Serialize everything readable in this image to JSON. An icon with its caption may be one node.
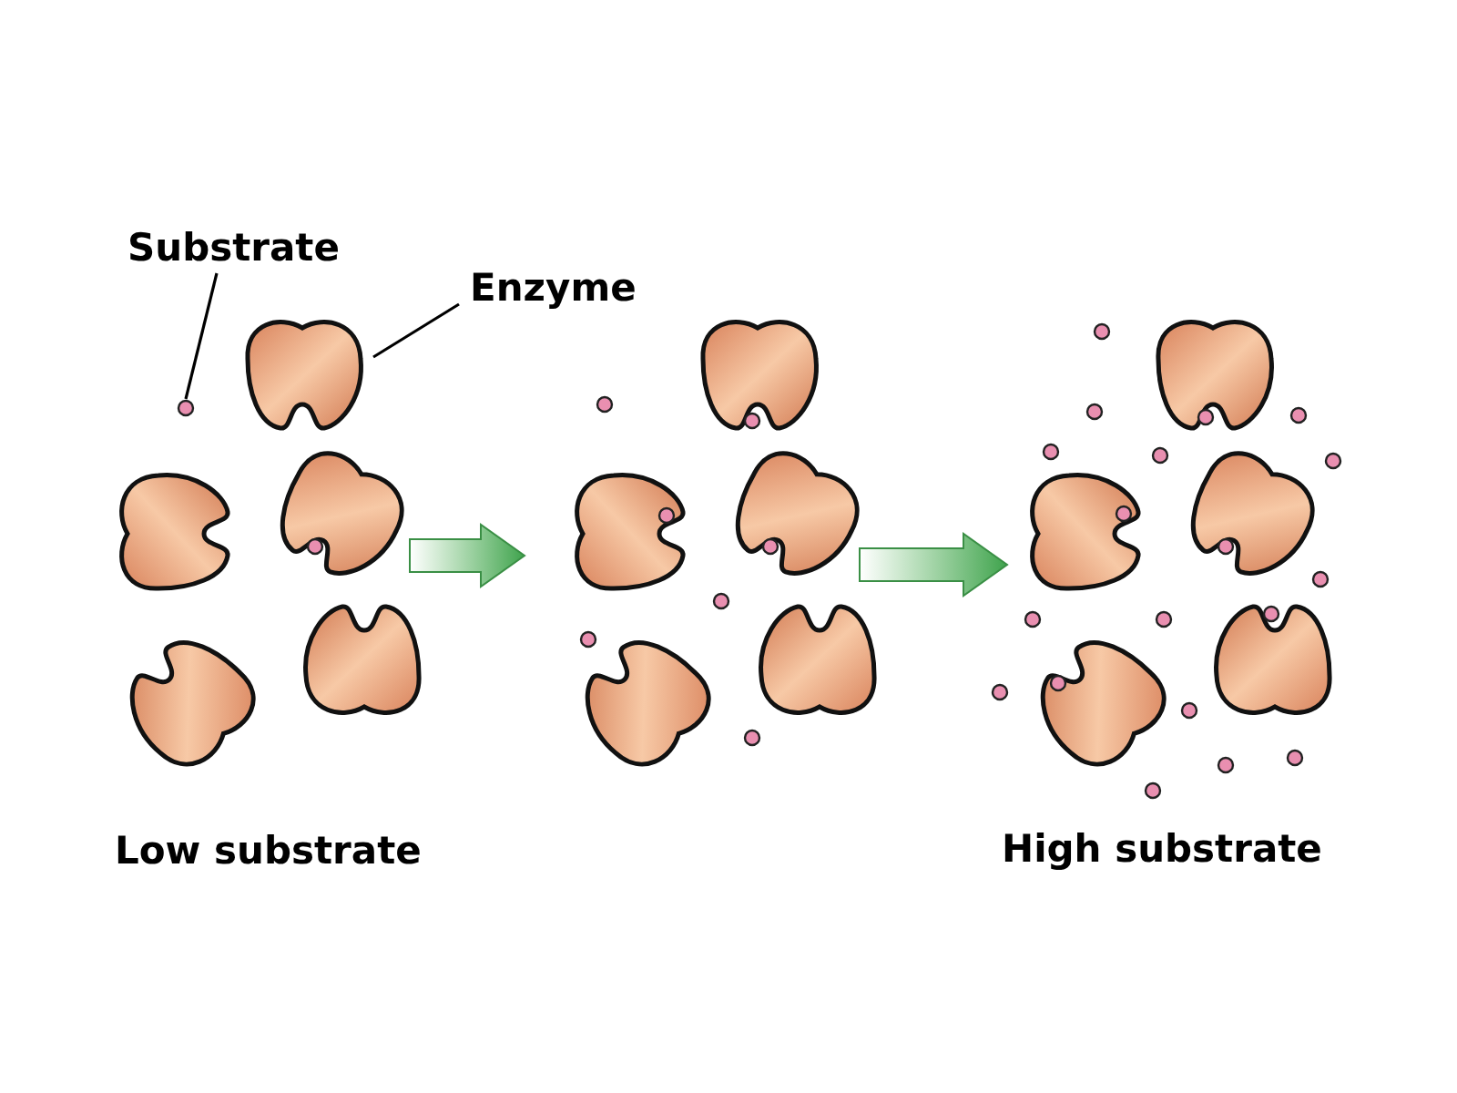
{
  "diagram": {
    "nodes": [
      {
        "text": [
          "Substrate"
        ]
      },
      {
        "text": [],
        "shape": "circle"
      },
      {
        "text": [
          "Enzyme"
        ]
      },
      {
        "text": [],
        "shape": "picture"
      }
    ],
    "edges": [
      {
        "from": 0,
        "to": 1,
        "arrow": "none"
      },
      {
        "from": 2,
        "to": 3,
        "arrow": "none"
      }
    ],
    "labels": [
      "Low substrate",
      "High substrate"
    ]
  }
}
